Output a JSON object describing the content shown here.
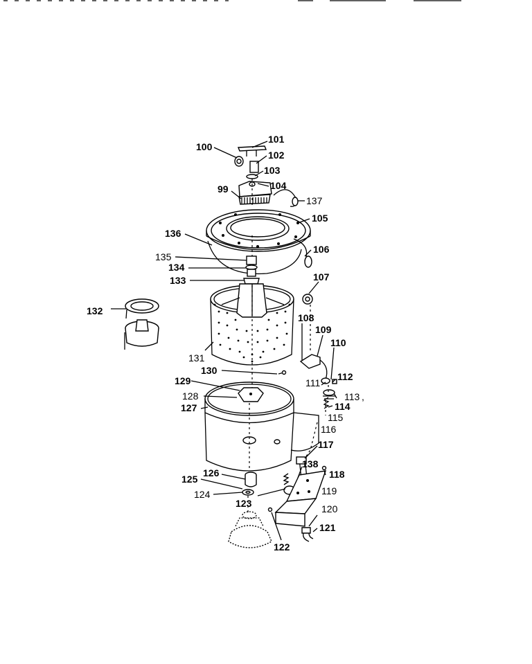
{
  "diagram": {
    "parts": [
      {
        "id": "p100",
        "label": "100"
      },
      {
        "id": "p101",
        "label": "101"
      },
      {
        "id": "p102",
        "label": "102"
      },
      {
        "id": "p103",
        "label": "103"
      },
      {
        "id": "p104",
        "label": "104"
      },
      {
        "id": "p99",
        "label": "99"
      },
      {
        "id": "p137",
        "label": "137"
      },
      {
        "id": "p105",
        "label": "105"
      },
      {
        "id": "p136",
        "label": "136"
      },
      {
        "id": "p106",
        "label": "106"
      },
      {
        "id": "p135",
        "label": "135"
      },
      {
        "id": "p134",
        "label": "134"
      },
      {
        "id": "p133",
        "label": "133"
      },
      {
        "id": "p107",
        "label": "107"
      },
      {
        "id": "p132",
        "label": "132"
      },
      {
        "id": "p108",
        "label": "108"
      },
      {
        "id": "p109",
        "label": "109"
      },
      {
        "id": "p110",
        "label": "110"
      },
      {
        "id": "p131",
        "label": "131"
      },
      {
        "id": "p130",
        "label": "130"
      },
      {
        "id": "p112",
        "label": "112"
      },
      {
        "id": "p111",
        "label": "111"
      },
      {
        "id": "p129",
        "label": "129"
      },
      {
        "id": "p113",
        "label": "113"
      },
      {
        "id": "p128",
        "label": "128"
      },
      {
        "id": "p114",
        "label": "114"
      },
      {
        "id": "p127",
        "label": "127"
      },
      {
        "id": "p115",
        "label": "115"
      },
      {
        "id": "p116",
        "label": "116"
      },
      {
        "id": "p117",
        "label": "117"
      },
      {
        "id": "p138",
        "label": "138"
      },
      {
        "id": "p126",
        "label": "126"
      },
      {
        "id": "p118",
        "label": "118"
      },
      {
        "id": "p125",
        "label": "125"
      },
      {
        "id": "p119",
        "label": "119"
      },
      {
        "id": "p124",
        "label": "124"
      },
      {
        "id": "p123",
        "label": "123"
      },
      {
        "id": "p120",
        "label": "120"
      },
      {
        "id": "p121",
        "label": "121"
      },
      {
        "id": "p122",
        "label": "122"
      }
    ]
  }
}
